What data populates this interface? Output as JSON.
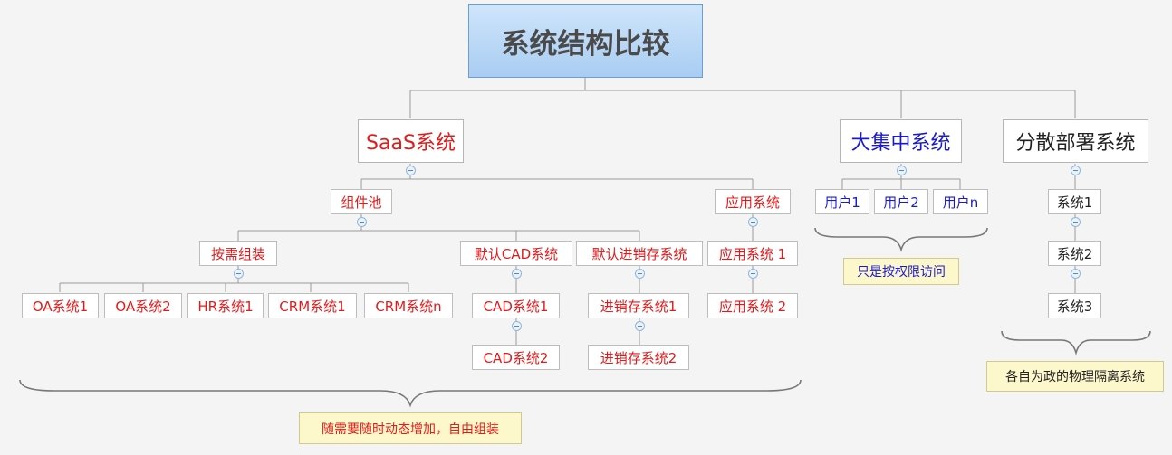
{
  "root": {
    "label": "系统结构比较"
  },
  "saas": {
    "label": "SaaS系统",
    "component_pool": "组件池",
    "on_demand": "按需组装",
    "modules": [
      "OA系统1",
      "OA系统2",
      "HR系统1",
      "CRM系统1",
      "CRM系统n"
    ],
    "default_cad": "默认CAD系统",
    "cad_items": [
      "CAD系统1",
      "CAD系统2"
    ],
    "default_inventory": "默认进销存系统",
    "inventory_items": [
      "进销存系统1",
      "进销存系统2"
    ],
    "apps": "应用系统",
    "app_items": [
      "应用系统 1",
      "应用系统 2"
    ],
    "note": "随需要随时动态增加，自由组装"
  },
  "centralized": {
    "label": "大集中系统",
    "users": [
      "用户1",
      "用户2",
      "用户n"
    ],
    "note": "只是按权限访问"
  },
  "distributed": {
    "label": "分散部署系统",
    "systems": [
      "系统1",
      "系统2",
      "系统3"
    ],
    "note": "各自为政的物理隔离系统"
  },
  "colors": {
    "saas": "#e41a1a",
    "centralized": "#1a1acc",
    "distributed": "#222222",
    "note_bg": "#fdf7cc"
  }
}
